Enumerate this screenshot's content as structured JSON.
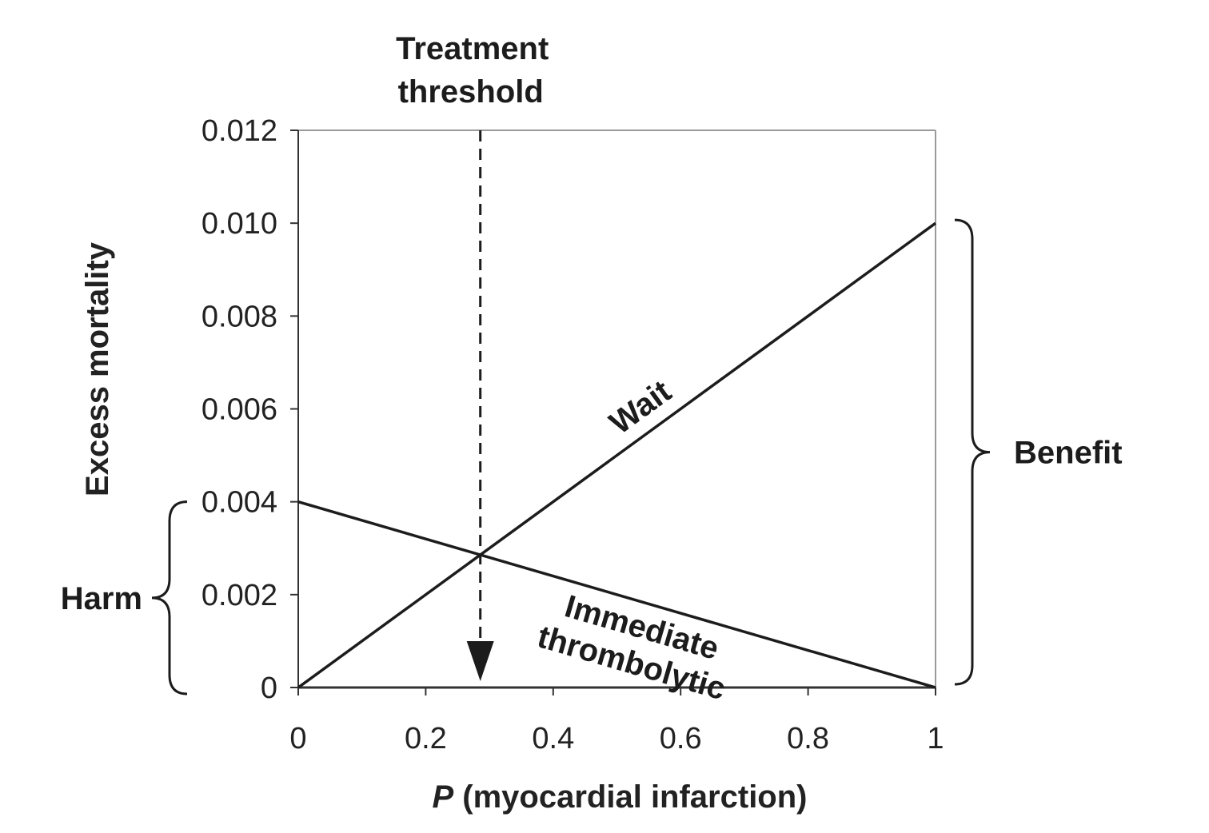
{
  "chart_data": {
    "type": "line",
    "title": "",
    "xlabel_italic": "P",
    "xlabel_rest": "(myocardial infarction)",
    "ylabel": "Excess mortality",
    "xlim": [
      0,
      1
    ],
    "ylim": [
      0,
      0.012
    ],
    "x_ticks": [
      0,
      0.2,
      0.4,
      0.6,
      0.8,
      1
    ],
    "x_tick_labels": [
      "0",
      "0.2",
      "0.4",
      "0.6",
      "0.8",
      "1"
    ],
    "y_ticks": [
      0,
      0.002,
      0.004,
      0.006,
      0.008,
      0.01,
      0.012
    ],
    "y_tick_labels": [
      "0",
      "0.002",
      "0.004",
      "0.006",
      "0.008",
      "0.010",
      "0.012"
    ],
    "grid": false,
    "legend": "none",
    "series": [
      {
        "name": "Wait",
        "x": [
          0,
          1
        ],
        "y": [
          0,
          0.01
        ]
      },
      {
        "name": "Immediate thrombolytic",
        "x": [
          0,
          1
        ],
        "y": [
          0.004,
          0
        ]
      }
    ],
    "series_label_lines": {
      "immediate": [
        "Immediate",
        "thrombolytic"
      ]
    },
    "threshold": {
      "x": 0.2857,
      "label_lines": [
        "Treatment",
        "threshold"
      ]
    },
    "annotations": {
      "harm": {
        "label": "Harm",
        "y_range": [
          0,
          0.004
        ]
      },
      "benefit": {
        "label": "Benefit",
        "y_range": [
          0,
          0.01
        ]
      }
    },
    "colors": {
      "line": "#1c1c1c",
      "axis": "#333333",
      "frame": "#9a9a9a"
    }
  }
}
